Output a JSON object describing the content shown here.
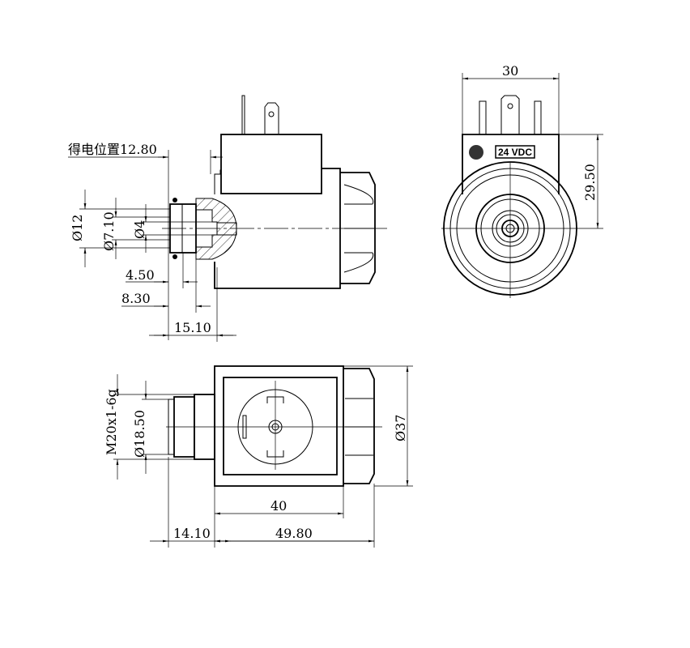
{
  "side_view": {
    "energized_position": "得电位置12.80",
    "dia_12": "Ø12",
    "dia_7_10": "Ø7.10",
    "dia_4": "Ø4",
    "len_4_50": "4.50",
    "len_8_30": "8.30",
    "len_15_10": "15.10"
  },
  "front_view": {
    "width_30": "30",
    "height_29_50": "29.50",
    "voltage_label": "24 VDC"
  },
  "top_view": {
    "thread": "M20x1-6g",
    "dia_18_50": "Ø18.50",
    "dia_37": "Ø37",
    "len_40": "40",
    "len_14_10": "14.10",
    "len_49_80": "49.80"
  }
}
